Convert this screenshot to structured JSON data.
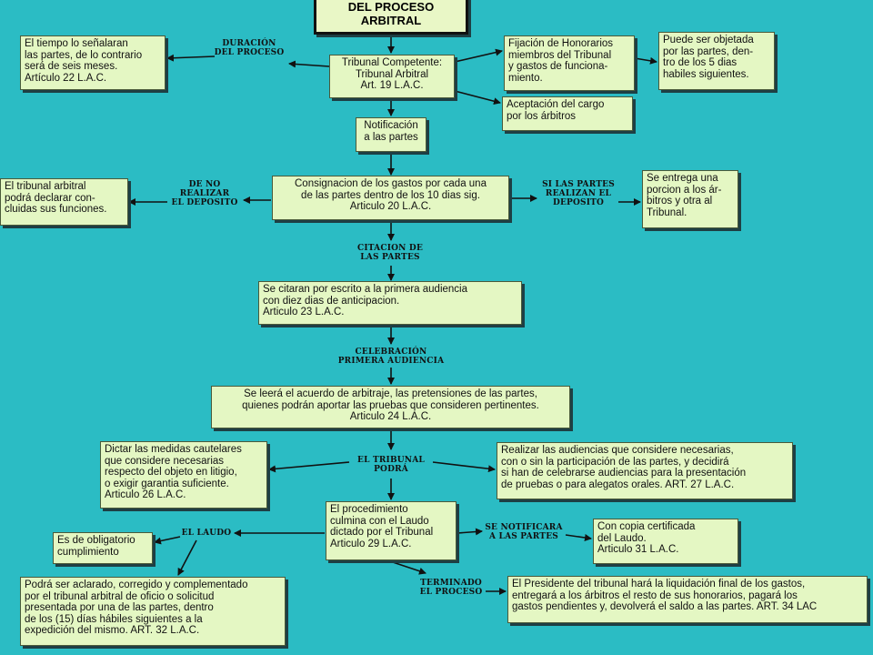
{
  "title": "DEL PROCESO\nARBITRAL",
  "boxes": {
    "tiempo": "El tiempo lo señalaran\nlas partes, de lo contrario\nserá de seis meses.\nArtículo 22 L.A.C.",
    "tribunal": "Tribunal Competente:\nTribunal Arbitral\nArt. 19 L.A.C.",
    "fijacion": "Fijación de Honorarios\nmiembros del Tribunal\ny gastos de funciona-\nmiento.",
    "objetada": "Puede ser objetada\npor las partes, den-\ntro de los 5 dias\nhabiles siguientes.",
    "aceptacion": "Aceptación del cargo\npor los árbitros",
    "notificacion": "Notificación\na las partes",
    "consignacion": "Consignacion de los gastos por cada una\nde las partes dentro de los 10 dias sig.\nArticulo 20 L.A.C.",
    "concluidas": "El tribunal arbitral\npodrá declarar con-\ncluidas sus funciones.",
    "porcion": "Se entrega una\nporcion a los ár-\nbitros y otra al\nTribunal.",
    "citaran": "Se citaran por escrito a la primera audiencia\ncon diez dias de anticipacion.\nArticulo 23 L.A.C.",
    "leera": "Se leerá el acuerdo de arbitraje, las pretensiones de las partes,\nquienes podrán aportar las pruebas que consideren pertinentes.\nArticulo 24 L.A.C.",
    "cautelares": "Dictar las medidas cautelares\nque considere necesarias\nrespecto del objeto en litigio,\no exigir garantia suficiente.\nArticulo 26 L.A.C.",
    "audiencias": "Realizar las audiencias que considere necesarias,\ncon o sin la participación de las partes, y decidirá\nsi han de celebrarse audiencias para la presentación\nde pruebas o para alegatos orales. ART. 27 L.A.C.",
    "procedimiento": "El procedimiento\nculmina con el Laudo\ndictado por el Tribunal\nArticulo 29 L.A.C.",
    "obligatorio": "Es de obligatorio\ncumplimiento",
    "copia": "Con copia certificada\ndel Laudo.\nArticulo 31 L.A.C.",
    "aclarado": "Podrá ser aclarado, corregido y complementado\npor el tribunal arbitral de oficio o solicitud\n presentada por una de las partes, dentro\nde los  (15) días hábiles siguientes a la\nexpedición del mismo. ART. 32 L.A.C.",
    "presidente": "El Presidente del tribunal hará la liquidación final de los gastos,\nentregará a los árbitros el resto de sus honorarios, pagará los\ngastos pendientes y, devolverá el saldo a las partes. ART. 34 LAC"
  },
  "labels": {
    "duracion": "DURACIÓN\nDEL PROCESO",
    "no_deposito": "DE NO\nREALIZAR\nEL DEPOSITO",
    "si_deposito": "SI LAS PARTES\nREALIZAN EL\nDEPOSITO",
    "citacion": "CITACION DE\nLAS PARTES",
    "celebracion": "CELEBRACIÓN\nPRIMERA AUDIENCIA",
    "podra": "EL TRIBUNAL\nPODRÁ",
    "laudo": "EL LAUDO",
    "notificara": "SE NOTIFICARA\nA LAS PARTES",
    "terminado": "TERMINADO\nEL PROCESO"
  },
  "colors": {
    "background": "#2bbcc4",
    "box": "#e4f7c3",
    "arrow": "#111111"
  }
}
